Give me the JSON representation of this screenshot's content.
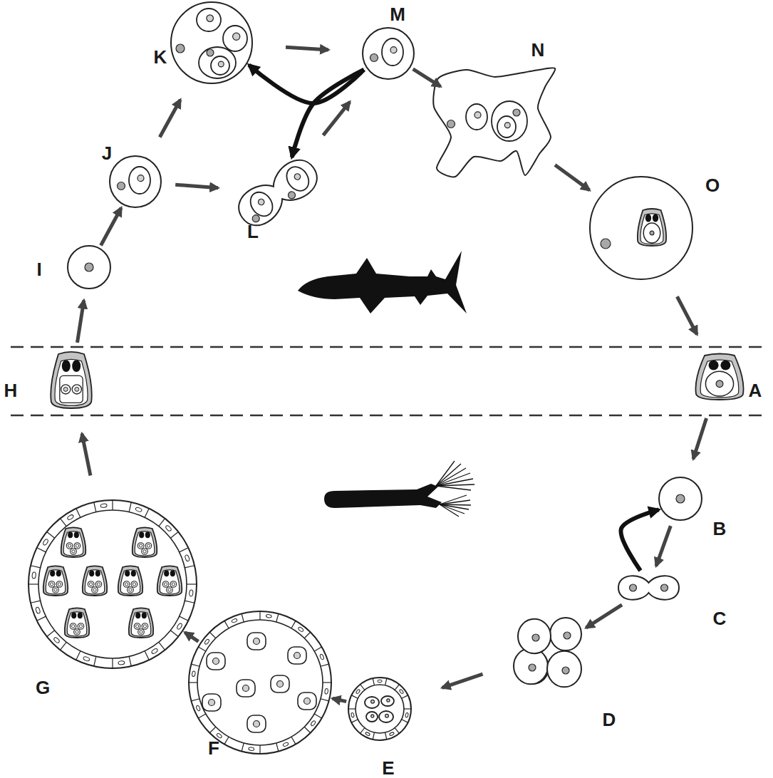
{
  "diagram": {
    "nodes": [
      {
        "text": [
          "A"
        ]
      },
      {
        "text": [
          "B"
        ]
      },
      {
        "text": [
          "C"
        ]
      },
      {
        "text": [
          "D"
        ]
      },
      {
        "text": [
          "E"
        ]
      },
      {
        "text": [
          "F"
        ]
      },
      {
        "text": [
          "G"
        ]
      },
      {
        "text": [
          "H"
        ]
      },
      {
        "text": [
          "I"
        ]
      },
      {
        "text": [
          "J"
        ]
      },
      {
        "text": [
          "K"
        ]
      },
      {
        "text": [
          "L"
        ]
      },
      {
        "text": [
          "M"
        ]
      },
      {
        "text": [
          "N"
        ]
      },
      {
        "text": [
          "O"
        ]
      }
    ],
    "edges": [
      {
        "from": 0,
        "to": 1,
        "arrow": "to"
      },
      {
        "from": 1,
        "to": 2,
        "arrow": "to"
      },
      {
        "from": 2,
        "to": 1,
        "arrow": "to"
      },
      {
        "from": 2,
        "to": 3,
        "arrow": "to"
      },
      {
        "from": 3,
        "to": 4,
        "arrow": "to"
      },
      {
        "from": 4,
        "to": 5,
        "arrow": "to"
      },
      {
        "from": 5,
        "to": 6,
        "arrow": "to"
      },
      {
        "from": 6,
        "to": 7,
        "arrow": "to"
      },
      {
        "from": 7,
        "to": 8,
        "arrow": "to"
      },
      {
        "from": 8,
        "to": 9,
        "arrow": "to"
      },
      {
        "from": 9,
        "to": 10,
        "arrow": "to"
      },
      {
        "from": 9,
        "to": 11,
        "arrow": "to"
      },
      {
        "from": 10,
        "to": 12,
        "arrow": "to"
      },
      {
        "from": 11,
        "to": 12,
        "arrow": "to"
      },
      {
        "from": 12,
        "to": 10,
        "arrow": "to"
      },
      {
        "from": 12,
        "to": 11,
        "arrow": "to"
      },
      {
        "from": 12,
        "to": 13,
        "arrow": "to"
      },
      {
        "from": 13,
        "to": 14,
        "arrow": "to"
      },
      {
        "from": 14,
        "to": 0,
        "arrow": "to"
      }
    ]
  }
}
